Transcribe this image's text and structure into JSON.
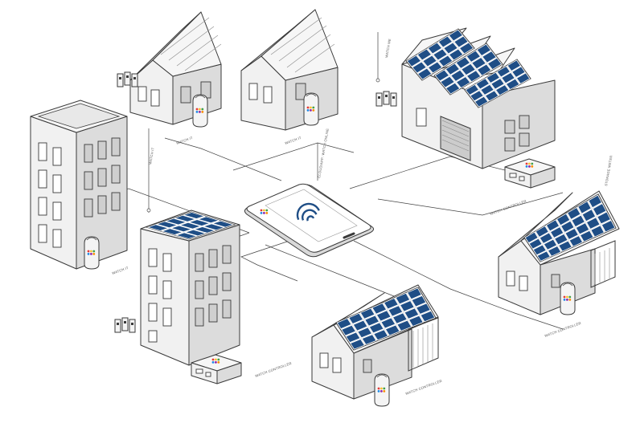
{
  "labels": {
    "phone": "CLOUD/APP: WATCH ONLINE",
    "house_top_left": "WATCH IT",
    "house_top_center": "WATCH IT",
    "office_tower": "WATCH IT",
    "factory_meter": "WATCH ME",
    "factory_module": "WATCH CONTROLLER",
    "mid_tower_meter": "WATCH IT",
    "mid_tower_module": "WATCH CONTROLLER",
    "house_right_top": "STORAGE METER",
    "house_right_device": "WATCH CONTROLLER",
    "house_bottom_device": "WATCH CONTROLLER"
  },
  "colors": {
    "solar_panel": "#1f4e86",
    "line": "#444444",
    "app_dots": [
      "#e53935",
      "#fbc02d",
      "#43a047",
      "#1e88e5",
      "#8e24aa",
      "#fb8c00"
    ]
  }
}
